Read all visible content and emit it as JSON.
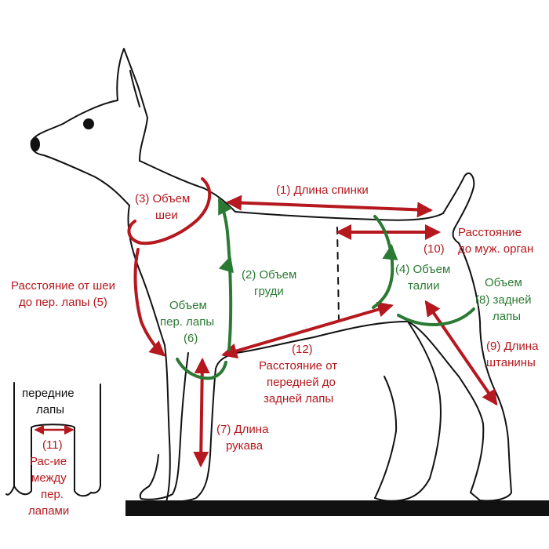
{
  "colors": {
    "outline": "#111111",
    "measure_red": "#b5181e",
    "measure_green": "#2b7a33",
    "background": "#ffffff"
  },
  "labels": {
    "back_length": "(1) Длина спинки",
    "neck_line1": "(3) Объем",
    "neck_line2": "шеи",
    "chest_line1": "(2) Объем",
    "chest_line2": "груди",
    "waist_line1": "(4) Объем",
    "waist_line2": "талии",
    "genital_line1": "Расстояние",
    "genital_num": "(10)",
    "genital_line2": "до муж. орган",
    "hind_line1": "Объем",
    "hind_line2": "(8) задней",
    "hind_line3": "лапы",
    "neck_paw_line1": "Расстояние от шеи",
    "neck_paw_line2": "до пер. лапы (5)",
    "front_paw_line1": "Объем",
    "front_paw_line2": "пер. лапы",
    "front_paw_line3": "(6)",
    "front_hind_line1": "(12)",
    "front_hind_line2": "Расстояние от",
    "front_hind_line3": "передней до",
    "front_hind_line4": "задней лапы",
    "trouser_line1": "(9) Длина",
    "trouser_line2": "штанины",
    "sleeve_line1": "(7) Длина",
    "sleeve_line2": "рукава",
    "inset_title1": "передние",
    "inset_title2": "лапы",
    "between_line1": "(11)",
    "between_line2": "Рас-ие",
    "between_line3": "между",
    "between_line4": "пер.",
    "between_line5": "лапами"
  }
}
